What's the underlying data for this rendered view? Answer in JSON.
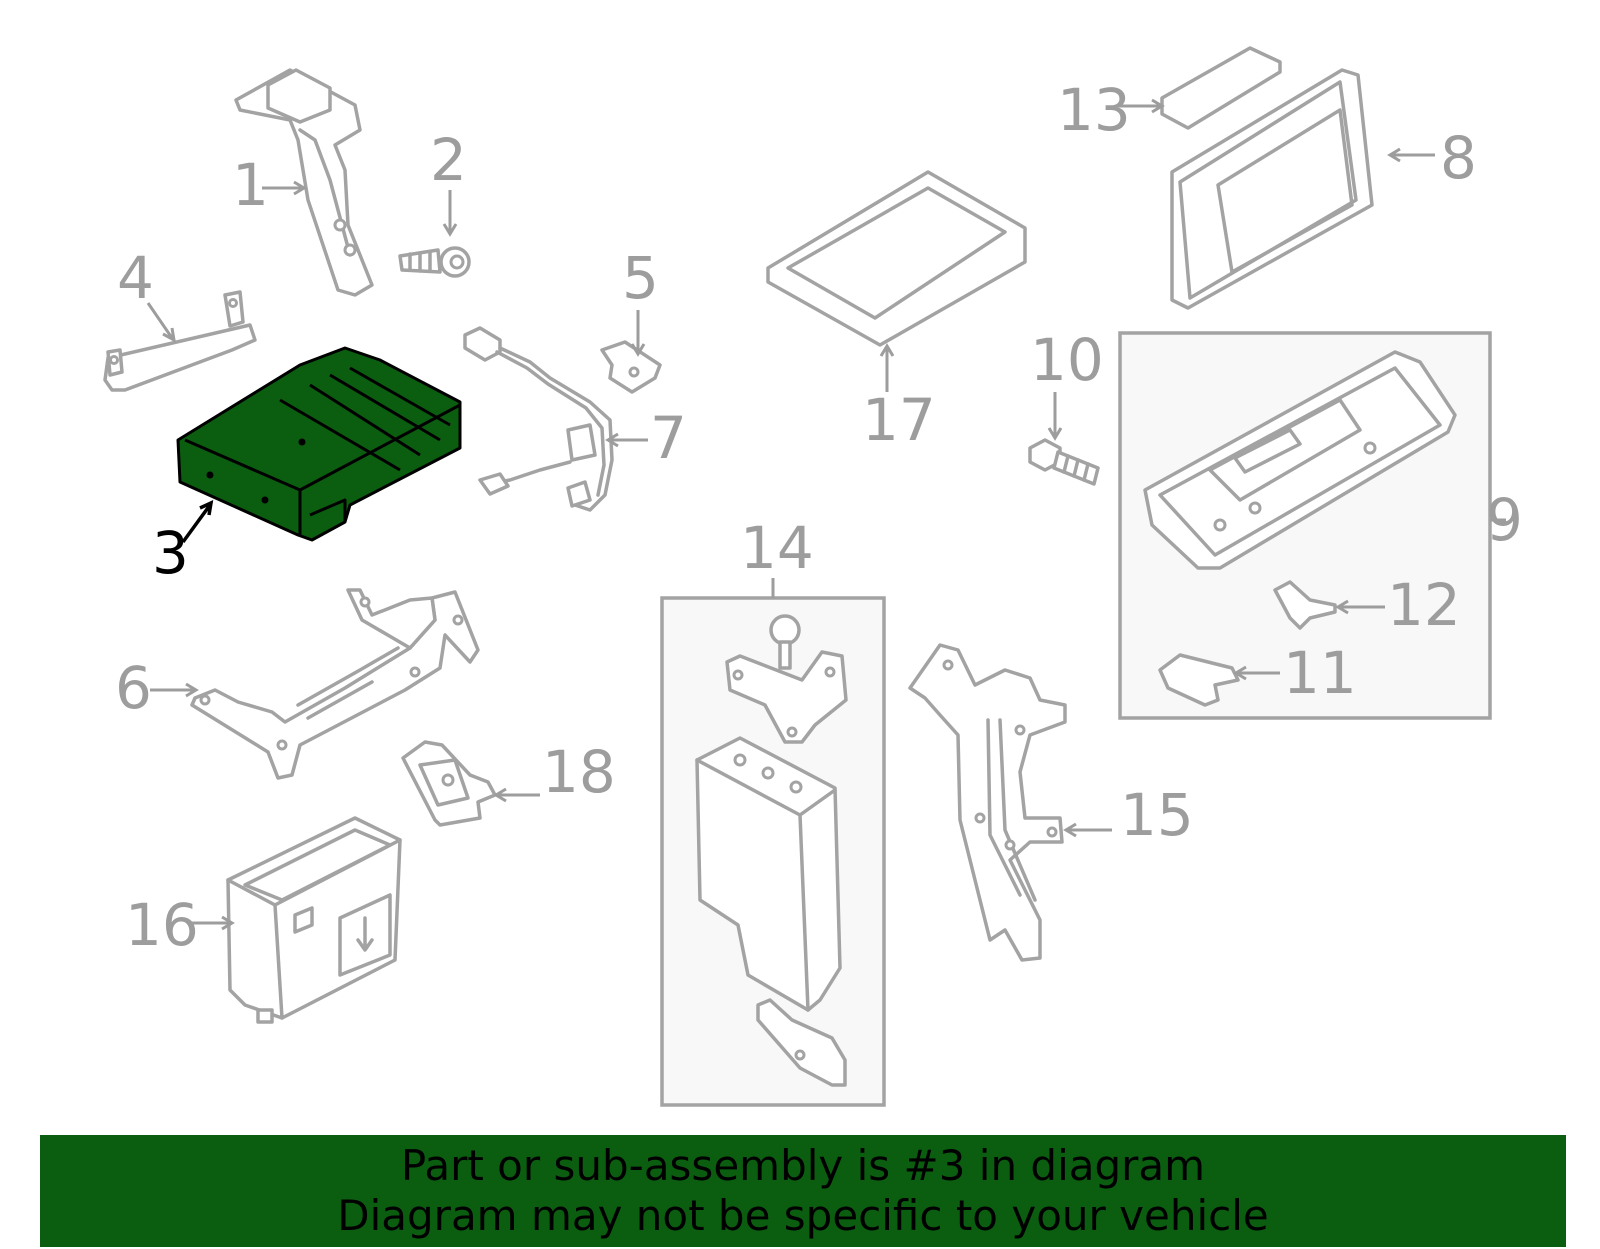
{
  "diagram": {
    "highlighted_part": "3",
    "callouts": {
      "c1": "1",
      "c2": "2",
      "c3": "3",
      "c4": "4",
      "c5": "5",
      "c6": "6",
      "c7": "7",
      "c8": "8",
      "c9": "9",
      "c10": "10",
      "c11": "11",
      "c12": "12",
      "c13": "13",
      "c14": "14",
      "c15": "15",
      "c16": "16",
      "c17": "17",
      "c18": "18"
    },
    "colors": {
      "highlight": "#0b5e10",
      "line": "#a3a3a3",
      "label": "#9d9d9d"
    }
  },
  "banner": {
    "line1": "Part or sub-assembly is #3 in diagram",
    "line2": "Diagram may not be specific to your vehicle"
  }
}
